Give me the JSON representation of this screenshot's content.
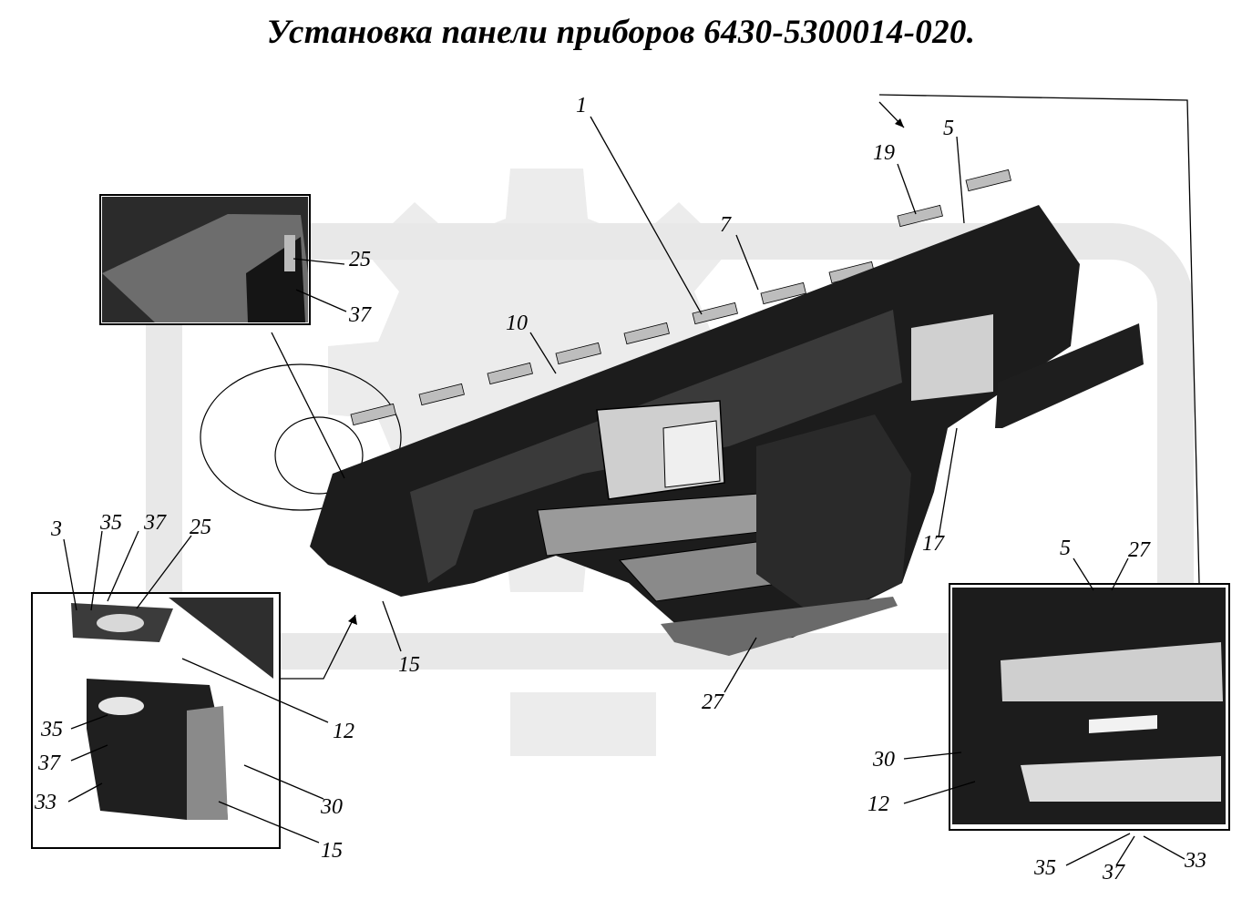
{
  "title": "Установка панели приборов 6430-5300014-020.",
  "main_labels": {
    "l1": "1",
    "l5": "5",
    "l7": "7",
    "l10": "10",
    "l15": "15",
    "l17": "17",
    "l19": "19",
    "l27": "27"
  },
  "inset_top_left": {
    "l25": "25",
    "l37": "37"
  },
  "inset_bottom_left": {
    "l3": "3",
    "l35a": "35",
    "l37a": "37",
    "l25": "25",
    "l12": "12",
    "l35b": "35",
    "l37b": "37",
    "l33": "33",
    "l30": "30",
    "l15": "15"
  },
  "inset_bottom_right": {
    "l5": "5",
    "l27": "27",
    "l30": "30",
    "l12": "12",
    "l35": "35",
    "l37": "37",
    "l33": "33"
  },
  "colors": {
    "ink": "#000000",
    "dark": "#1c1c1c",
    "mid": "#5a5a5a",
    "light": "#cfcfcf",
    "bg_logo": "#ededed"
  }
}
